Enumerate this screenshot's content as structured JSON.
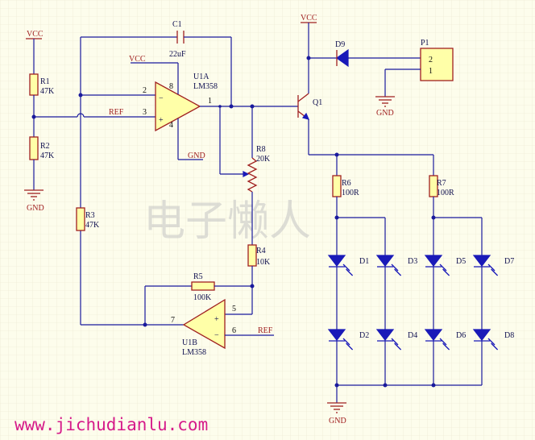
{
  "nets": {
    "vcc": "VCC",
    "gnd": "GND",
    "ref": "REF"
  },
  "components": {
    "R1": {
      "ref": "R1",
      "value": "47K"
    },
    "R2": {
      "ref": "R2",
      "value": "47K"
    },
    "R3": {
      "ref": "R3",
      "value": "47K"
    },
    "R4": {
      "ref": "R4",
      "value": "10K"
    },
    "R5": {
      "ref": "R5",
      "value": "100K"
    },
    "R6": {
      "ref": "R6",
      "value": "100R"
    },
    "R7": {
      "ref": "R7",
      "value": "100R"
    },
    "R8": {
      "ref": "R8",
      "value": "20K"
    },
    "C1": {
      "ref": "C1",
      "value": "22uF"
    },
    "U1A": {
      "ref": "U1A",
      "value": "LM358"
    },
    "U1B": {
      "ref": "U1B",
      "value": "LM358"
    },
    "Q1": {
      "ref": "Q1"
    },
    "D9": {
      "ref": "D9"
    },
    "P1": {
      "ref": "P1"
    },
    "leds": [
      "D1",
      "D2",
      "D3",
      "D4",
      "D5",
      "D6",
      "D7",
      "D8"
    ]
  },
  "pins": {
    "u1a_in_minus": "2",
    "u1a_in_plus": "3",
    "u1a_out": "1",
    "u1a_vcc": "8",
    "u1a_gnd": "4",
    "u1b_in_plus": "5",
    "u1b_in_minus": "6",
    "u1b_out": "7",
    "p1_pin2": "2",
    "p1_pin1": "1"
  },
  "opamp_symbols": {
    "minus": "−",
    "plus": "+"
  },
  "watermark": "电子懒人",
  "footer_url": "www.jichudianlu.com"
}
